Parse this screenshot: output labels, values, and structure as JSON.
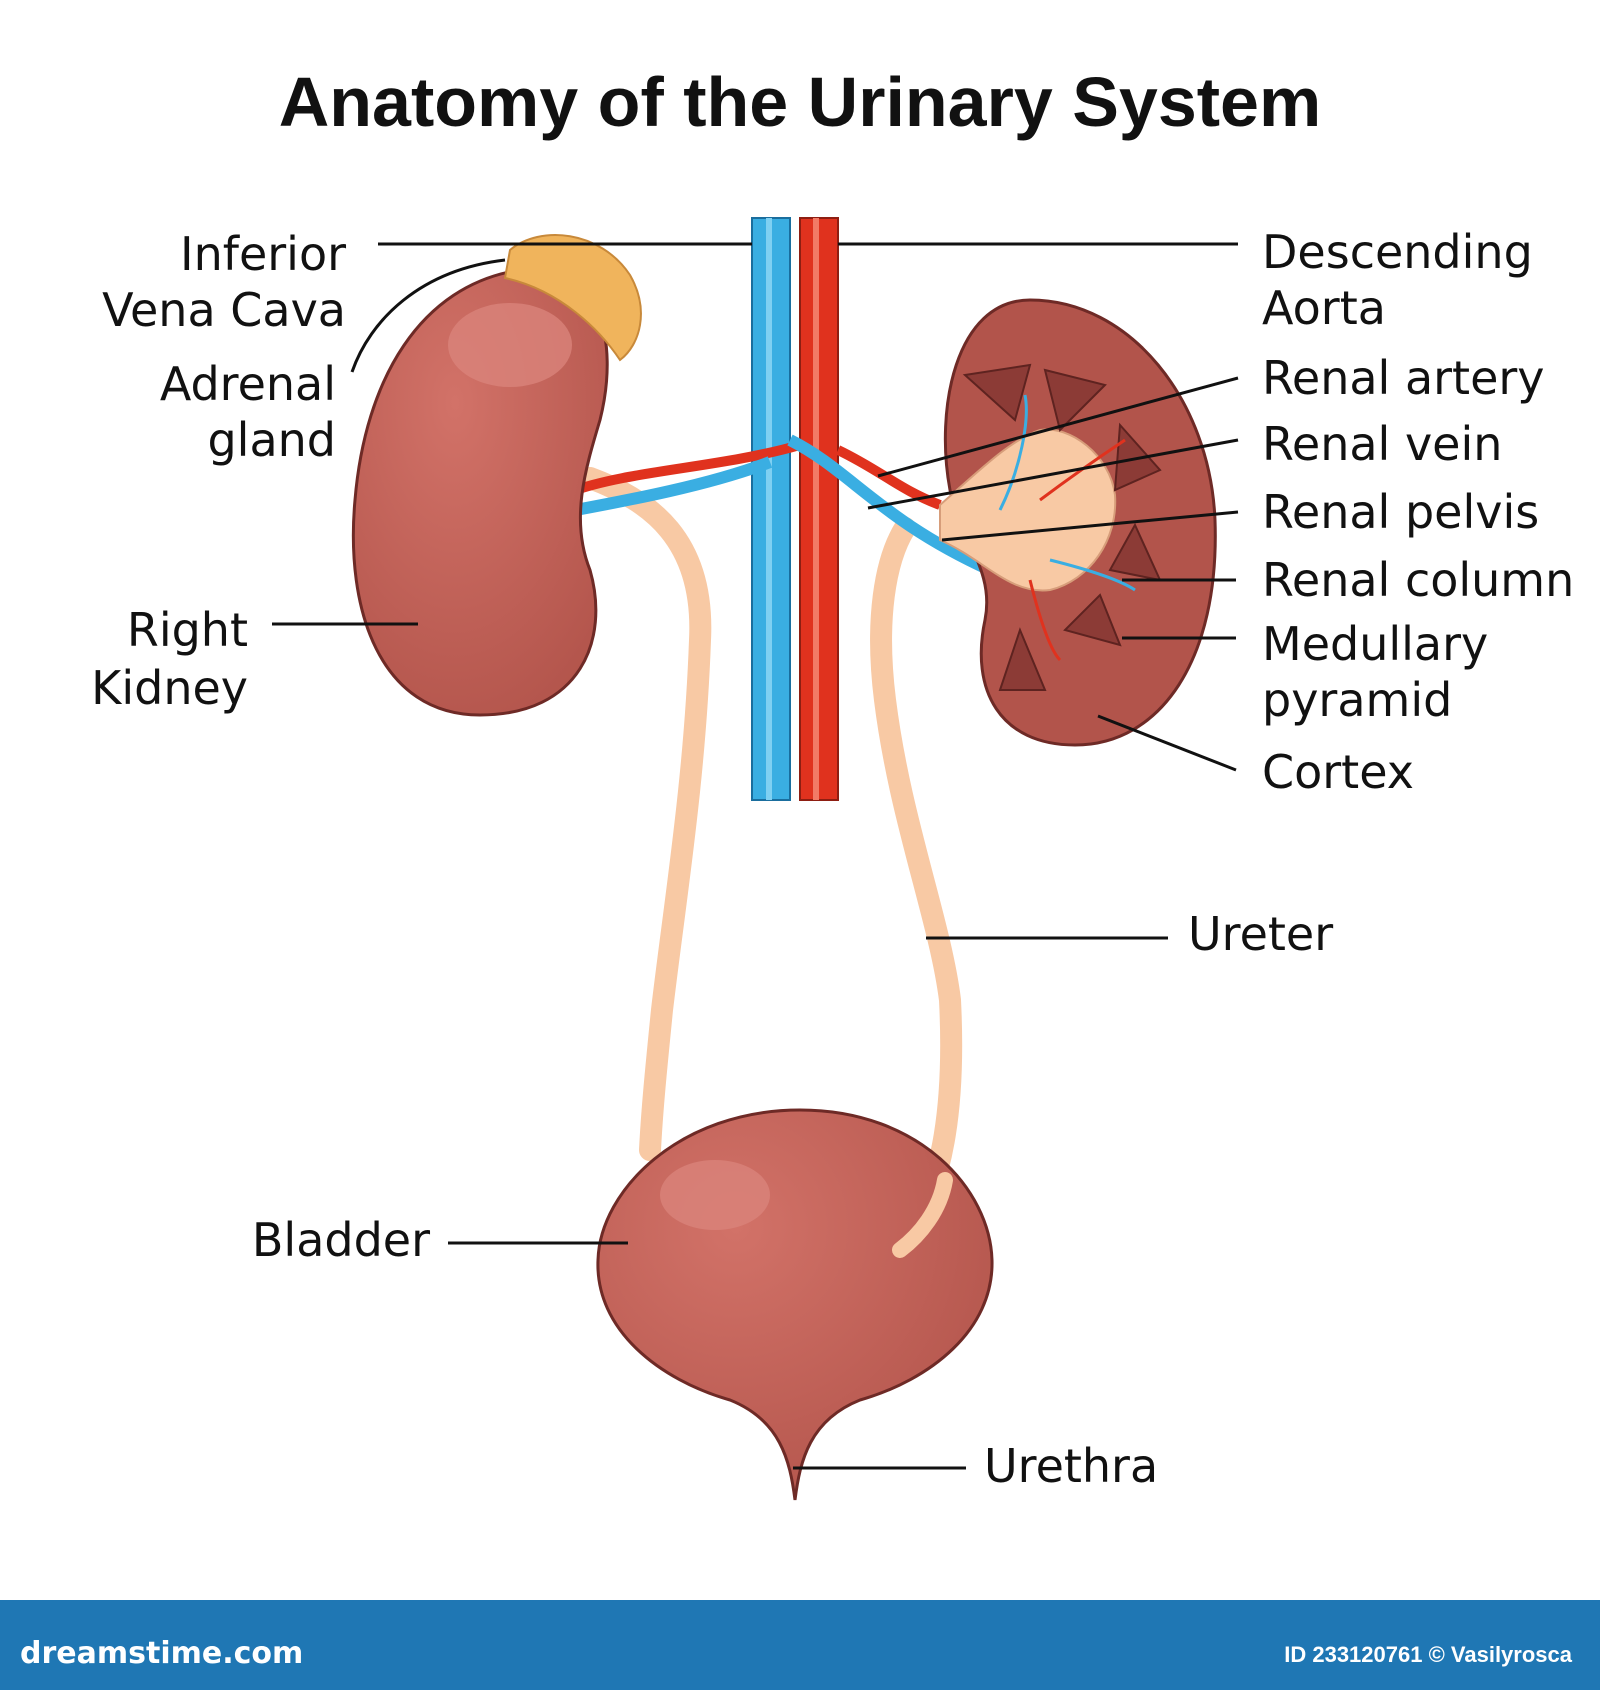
{
  "title": "Anatomy of the Urinary System",
  "labels": {
    "inferior_vena_cava": [
      "Inferior",
      "Vena Cava"
    ],
    "adrenal_gland": [
      "Adrenal",
      "gland"
    ],
    "right_kidney": [
      "Right",
      "Kidney"
    ],
    "bladder": "Bladder",
    "descending_aorta": [
      "Descending",
      "Aorta"
    ],
    "renal_artery": "Renal artery",
    "renal_vein": "Renal vein",
    "renal_pelvis": "Renal pelvis",
    "renal_column": "Renal column",
    "medullary_pyramid": [
      "Medullary",
      "pyramid"
    ],
    "cortex": "Cortex",
    "ureter": "Ureter",
    "urethra": "Urethra"
  },
  "footer": {
    "site": "dreamstime.com",
    "credit": "ID 233120761 © Vasilyrosca"
  },
  "colors": {
    "kidney": "#bf5c52",
    "kidney_highlight": "#d9837a",
    "kidney_outline": "#6e2a26",
    "adrenal": "#f0b45c",
    "ureter": "#f8c9a4",
    "vein": "#3aaee2",
    "artery": "#e0321e",
    "pyramid": "#8c3b36",
    "footer_bg": "#1f77b4"
  }
}
